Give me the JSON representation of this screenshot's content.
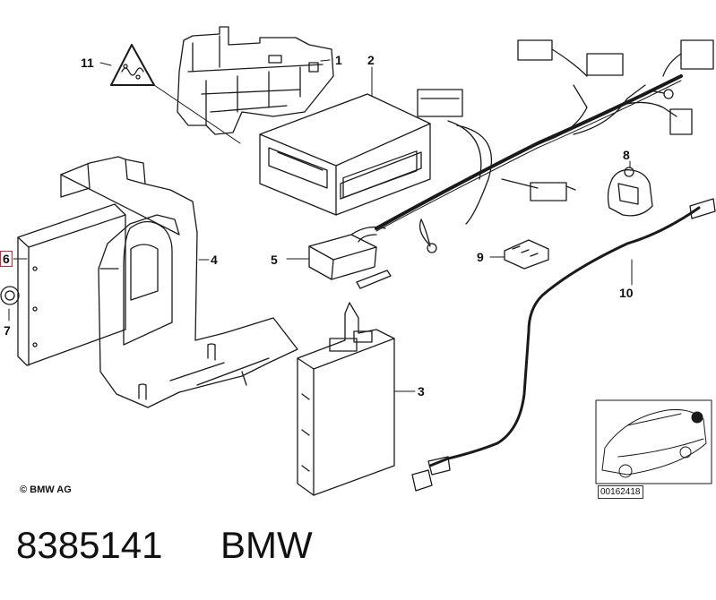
{
  "copyright": "© BMW AG",
  "inset_id": "00162418",
  "caption": {
    "part_number": "8385141",
    "brand": "BMW"
  },
  "callouts": [
    "1",
    "2",
    "3",
    "4",
    "5",
    "6",
    "7",
    "8",
    "9",
    "10",
    "11"
  ],
  "selected_callout": "6",
  "colors": {
    "line": "#1a1a1a",
    "highlight": "#e0202a"
  }
}
